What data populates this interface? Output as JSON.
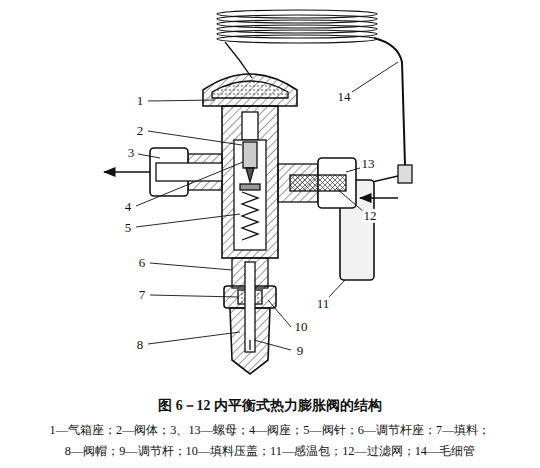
{
  "diagram": {
    "caption": "图 6－12   内平衡式热力膨胀阀的结构",
    "labels": [
      "1",
      "2",
      "3",
      "4",
      "5",
      "6",
      "7",
      "8",
      "9",
      "10",
      "11",
      "12",
      "13",
      "14",
      "1—气箱座；2—阀体；3、13—螺母；4—阀座；5—阀针；6—调节杆座；7—填料；",
      "8—阀帽；9—调节杆；10—填料压盖；11—感温包；12—过滤网；14—毛细管"
    ]
  }
}
